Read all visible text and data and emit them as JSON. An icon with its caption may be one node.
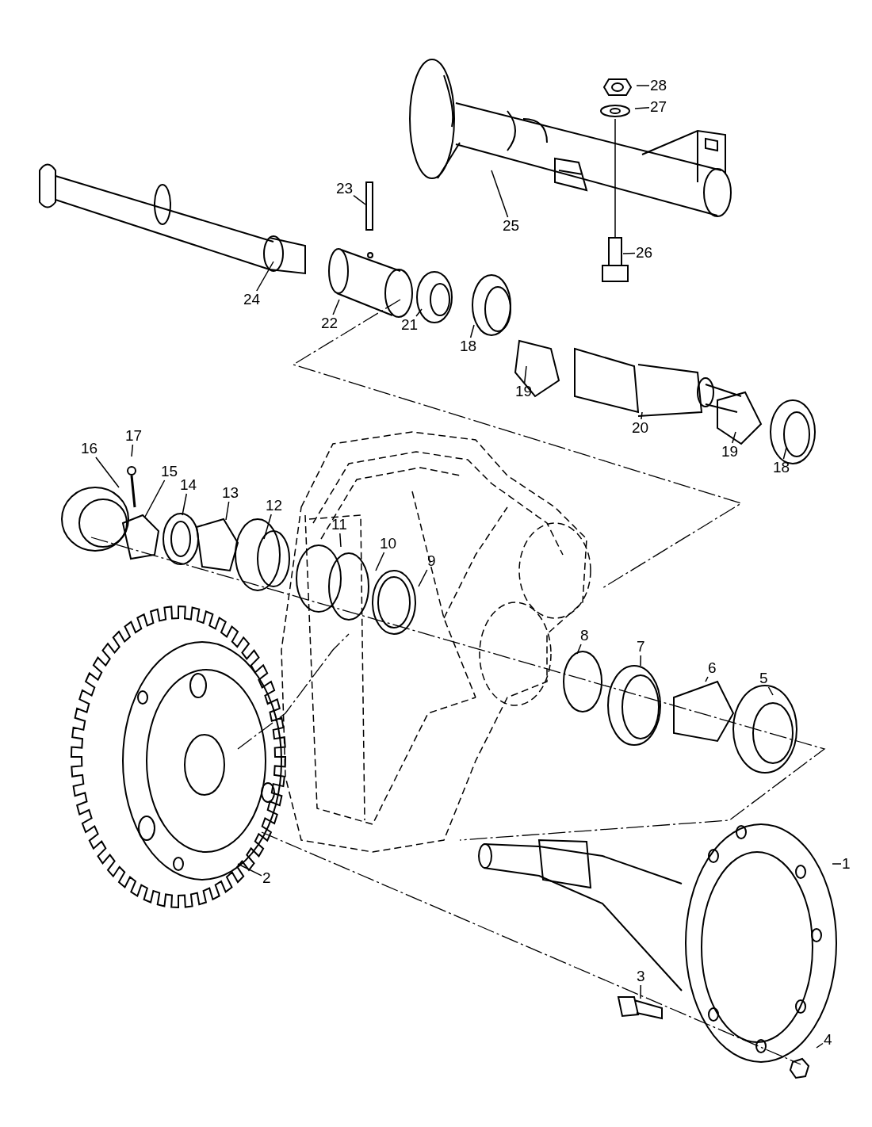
{
  "diagram": {
    "nodes": [
      {
        "text": [
          "28"
        ]
      },
      {
        "text": [
          "27"
        ]
      },
      {
        "text": [
          "25"
        ]
      },
      {
        "text": [
          "26"
        ]
      },
      {
        "text": [
          "23"
        ]
      },
      {
        "text": [
          "24"
        ]
      },
      {
        "text": [
          "22"
        ]
      },
      {
        "text": [
          "21"
        ]
      },
      {
        "text": [
          "18"
        ]
      },
      {
        "text": [
          "19"
        ]
      },
      {
        "text": [
          "20"
        ]
      },
      {
        "text": [
          "19"
        ]
      },
      {
        "text": [
          "18"
        ]
      },
      {
        "text": [
          "16"
        ]
      },
      {
        "text": [
          "17"
        ]
      },
      {
        "text": [
          "15"
        ]
      },
      {
        "text": [
          "14"
        ]
      },
      {
        "text": [
          "13"
        ]
      },
      {
        "text": [
          "12"
        ]
      },
      {
        "text": [
          "11"
        ]
      },
      {
        "text": [
          "10"
        ]
      },
      {
        "text": [
          "9"
        ]
      },
      {
        "text": [
          "8"
        ]
      },
      {
        "text": [
          "7"
        ]
      },
      {
        "text": [
          "6"
        ]
      },
      {
        "text": [
          "5"
        ]
      },
      {
        "text": [
          "2"
        ]
      },
      {
        "text": [
          "1"
        ]
      },
      {
        "text": [
          "3"
        ]
      },
      {
        "text": [
          "4"
        ]
      }
    ],
    "edges": [
      {
        "from": 0,
        "to": null,
        "arrow": "none"
      },
      {
        "from": 1,
        "to": null,
        "arrow": "none"
      },
      {
        "from": 2,
        "to": null,
        "arrow": "none"
      },
      {
        "from": 3,
        "to": null,
        "arrow": "none"
      },
      {
        "from": 4,
        "to": null,
        "arrow": "none"
      },
      {
        "from": 5,
        "to": null,
        "arrow": "none"
      },
      {
        "from": 6,
        "to": null,
        "arrow": "none"
      },
      {
        "from": 7,
        "to": null,
        "arrow": "none"
      },
      {
        "from": 8,
        "to": null,
        "arrow": "none"
      },
      {
        "from": 9,
        "to": null,
        "arrow": "none"
      },
      {
        "from": 10,
        "to": null,
        "arrow": "none"
      },
      {
        "from": 11,
        "to": null,
        "arrow": "none"
      },
      {
        "from": 12,
        "to": null,
        "arrow": "none"
      },
      {
        "from": 13,
        "to": null,
        "arrow": "none"
      },
      {
        "from": 14,
        "to": null,
        "arrow": "none"
      },
      {
        "from": 15,
        "to": null,
        "arrow": "none"
      },
      {
        "from": 16,
        "to": null,
        "arrow": "none"
      },
      {
        "from": 17,
        "to": null,
        "arrow": "none"
      },
      {
        "from": 18,
        "to": null,
        "arrow": "none"
      },
      {
        "from": 19,
        "to": null,
        "arrow": "none"
      },
      {
        "from": 20,
        "to": null,
        "arrow": "none"
      },
      {
        "from": 21,
        "to": null,
        "arrow": "none"
      },
      {
        "from": 22,
        "to": null,
        "arrow": "none"
      },
      {
        "from": 23,
        "to": null,
        "arrow": "none"
      },
      {
        "from": 24,
        "to": null,
        "arrow": "none"
      },
      {
        "from": 25,
        "to": null,
        "arrow": "none"
      },
      {
        "from": 26,
        "to": null,
        "arrow": "none"
      },
      {
        "from": 27,
        "to": null,
        "arrow": "none"
      },
      {
        "from": 28,
        "to": null,
        "arrow": "none"
      },
      {
        "from": 29,
        "to": null,
        "arrow": "none"
      }
    ]
  }
}
